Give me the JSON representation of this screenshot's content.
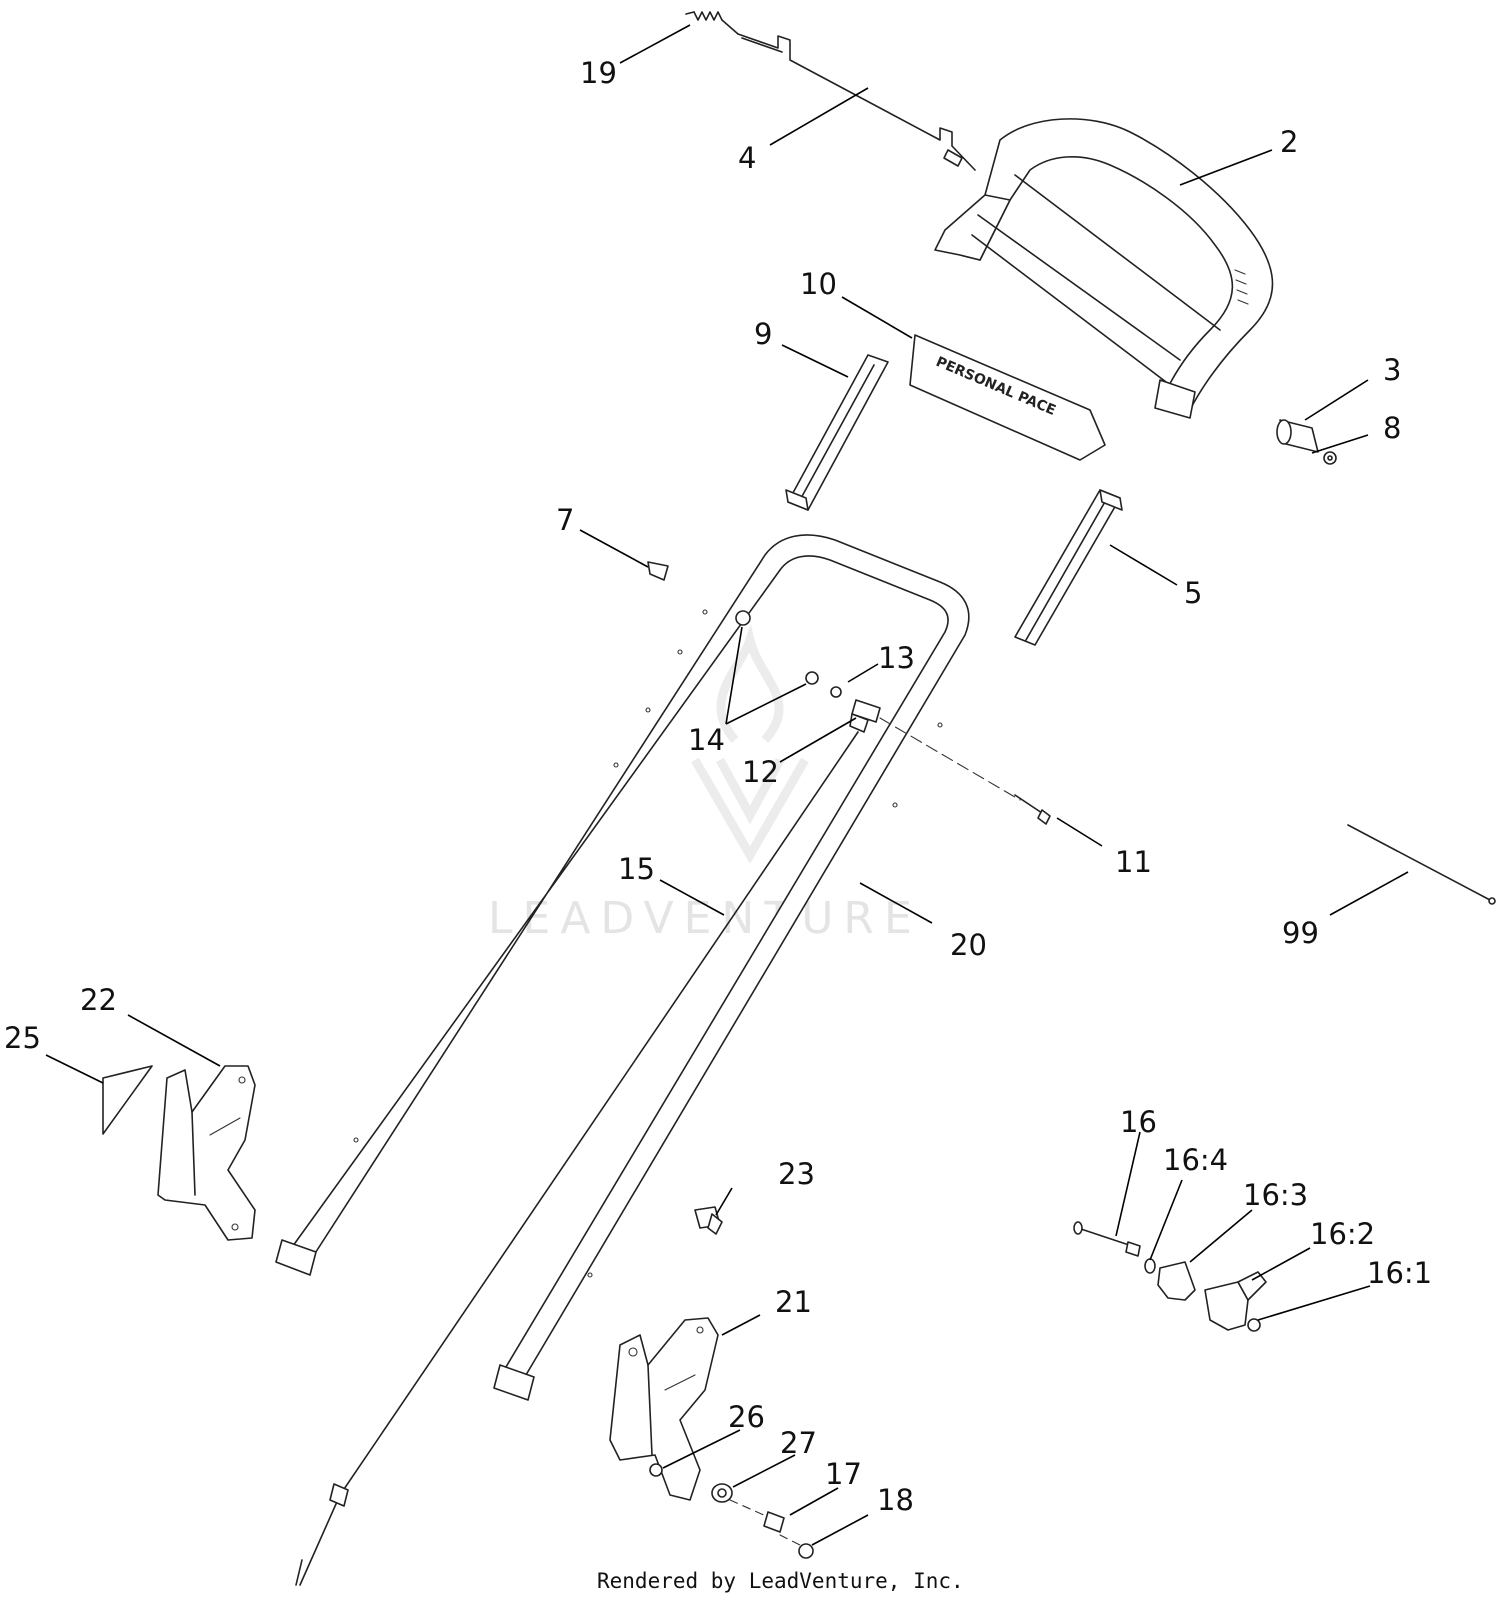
{
  "callouts": {
    "c2": "2",
    "c3": "3",
    "c4": "4",
    "c5": "5",
    "c7": "7",
    "c8": "8",
    "c9": "9",
    "c10": "10",
    "c11": "11",
    "c12": "12",
    "c13": "13",
    "c14": "14",
    "c15": "15",
    "c16": "16",
    "c16_1": "16:1",
    "c16_2": "16:2",
    "c16_3": "16:3",
    "c16_4": "16:4",
    "c17": "17",
    "c18": "18",
    "c19": "19",
    "c20": "20",
    "c21": "21",
    "c22": "22",
    "c23": "23",
    "c25": "25",
    "c26": "26",
    "c27": "27",
    "c99": "99"
  },
  "watermark": {
    "text": "LEADVENTURE"
  },
  "decal": {
    "text": "PERSONAL PACE"
  },
  "footer": {
    "credit": "Rendered by LeadVenture, Inc."
  }
}
